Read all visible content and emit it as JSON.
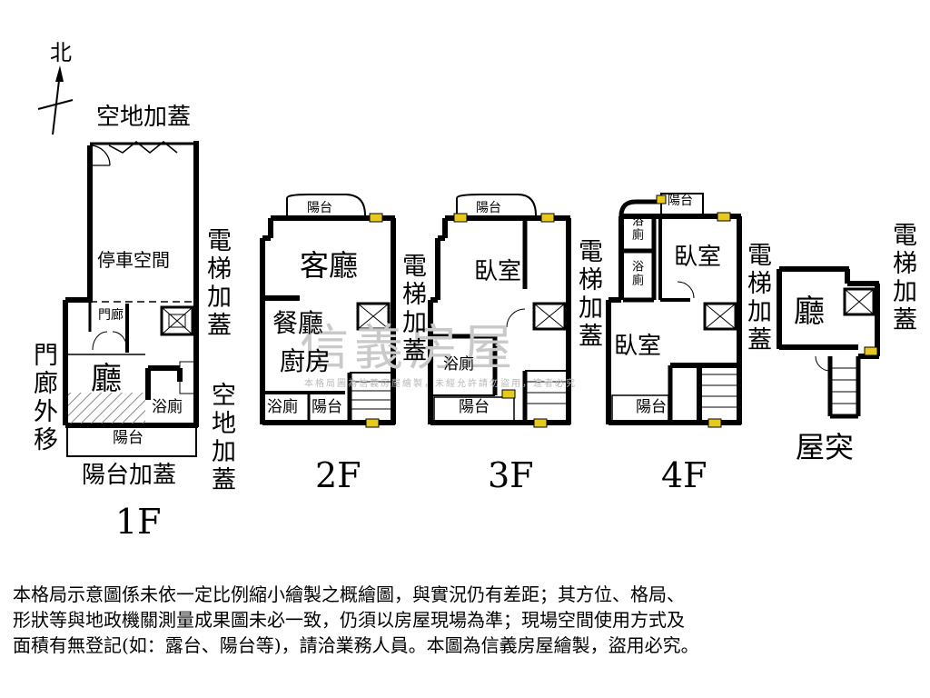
{
  "compass": {
    "label": "北"
  },
  "floors": {
    "f1": {
      "name": "1F",
      "rooms": {
        "parking": "停車空間",
        "porch": "門廊",
        "hall": "廳",
        "bath": "浴廁",
        "balcony": "陽台"
      },
      "annotations": {
        "top": "空地加蓋",
        "porch_moved": "門廊外移",
        "side_addition": "空地加蓋",
        "balcony_addition": "陽台加蓋"
      }
    },
    "f2": {
      "name": "2F",
      "rooms": {
        "balcony_top": "陽台",
        "living": "客廳",
        "dining": "餐廳",
        "kitchen": "廚房",
        "bath": "浴廁",
        "balcony": "陽台"
      },
      "annotations": {
        "elevator_addition": "電梯加蓋"
      }
    },
    "f3": {
      "name": "3F",
      "rooms": {
        "balcony_top": "陽台",
        "bedroom": "臥室",
        "bath": "浴廁",
        "balcony": "陽台"
      },
      "annotations": {
        "elevator_addition": "電梯加蓋"
      }
    },
    "f4": {
      "name": "4F",
      "rooms": {
        "balcony_top": "陽台",
        "bath_a": "浴廁",
        "bath_b": "浴廁",
        "bedroom_a": "臥室",
        "bedroom_b": "臥室",
        "balcony": "陽台"
      },
      "annotations": {
        "elevator_addition": "電梯加蓋"
      }
    },
    "roof": {
      "name": "屋突",
      "rooms": {
        "hall": "廳"
      },
      "annotations": {
        "elevator_addition": "電梯加蓋"
      }
    }
  },
  "elevator_1f_annotation": "電梯加蓋",
  "watermark": {
    "brand": "信義房屋",
    "sub": "本格局圖為信義房屋繪製，未經允許請勿盜用，違者必究"
  },
  "disclaimer": [
    "本格局示意圖係未依一定比例縮小繪製之概繪圖，與實況仍有差距；其方位、格局、",
    "形狀等與地政機關測量成果圖未必一致，仍須以房屋現場為準；現場空間使用方式及",
    "面積有無登記(如：露台、陽台等)，請洽業務人員。本圖為信義房屋繪製，盜用必究。"
  ],
  "colors": {
    "wall": "#000000",
    "window_mark": "#e8c81c",
    "hatch": "#888888",
    "watermark": "#c9c9c9"
  }
}
